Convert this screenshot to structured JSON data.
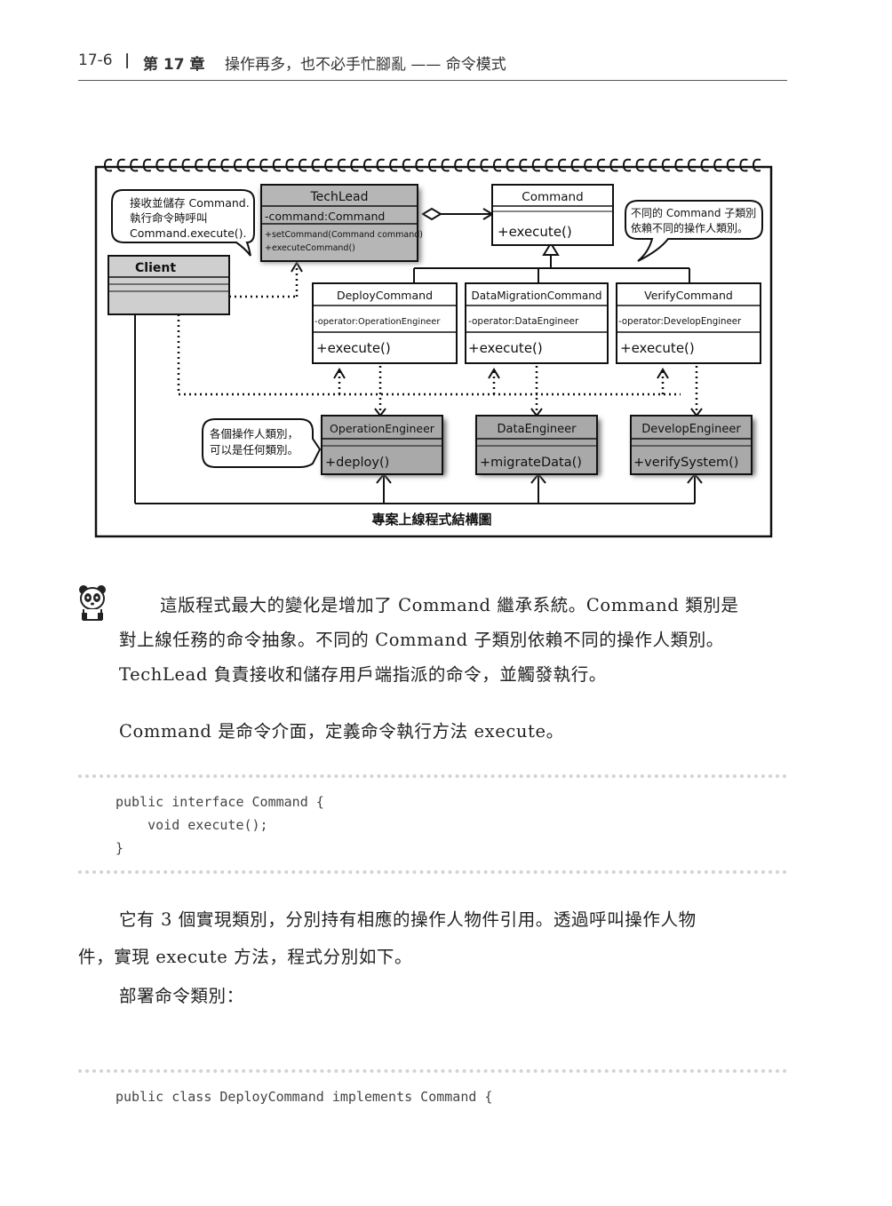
{
  "header": {
    "page_number": "17-6",
    "separator": "|",
    "chapter": "第 17 章",
    "title": "操作再多，也不必手忙腳亂 —— 命令模式"
  },
  "figure": {
    "caption": "專案上線程式結構圖",
    "bubble_left": [
      "接收並儲存 Command.",
      "執行命令時呼叫",
      "Command.execute()."
    ],
    "bubble_right": [
      "不同的 Command 子類別",
      "依賴不同的操作人類別。"
    ],
    "bubble_bottom": [
      "各個操作人類別，",
      "可以是任何類別。"
    ],
    "classes": {
      "techlead": {
        "name": "TechLead",
        "field": "-command:Command",
        "methods": [
          "+setCommand(Command command)",
          "+executeCommand()"
        ]
      },
      "command": {
        "name": "Command",
        "method": "+execute()"
      },
      "client": {
        "name": "Client"
      },
      "deploy": {
        "name": "DeployCommand",
        "field": "-operator:OperationEngineer",
        "method": "+execute()"
      },
      "migration": {
        "name": "DataMigrationCommand",
        "field": "-operator:DataEngineer",
        "method": "+execute()"
      },
      "verify": {
        "name": "VerifyCommand",
        "field": "-operator:DevelopEngineer",
        "method": "+execute()"
      },
      "op_engineer": {
        "name": "OperationEngineer",
        "method": "+deploy()"
      },
      "data_engineer": {
        "name": "DataEngineer",
        "method": "+migrateData()"
      },
      "dev_engineer": {
        "name": "DevelopEngineer",
        "method": "+verifySystem()"
      }
    }
  },
  "body": {
    "para1_lines": [
      "這版程式最大的變化是增加了 Command 繼承系統。Command 類別是",
      "對上線任務的命令抽象。不同的 Command 子類別依賴不同的操作人類別。",
      "TechLead 負責接收和儲存用戶端指派的命令，並觸發執行。"
    ],
    "para2": "Command 是命令介面，定義命令執行方法 execute。",
    "code1": [
      "public interface Command {",
      "    void execute();",
      "}"
    ],
    "para3_lines": [
      "它有 3 個實現類別，分別持有相應的操作人物件引用。透過呼叫操作人物",
      "件，實現 execute 方法，程式分別如下。"
    ],
    "para4": "部署命令類別：",
    "code2": [
      "public class DeployCommand implements Command {"
    ]
  }
}
